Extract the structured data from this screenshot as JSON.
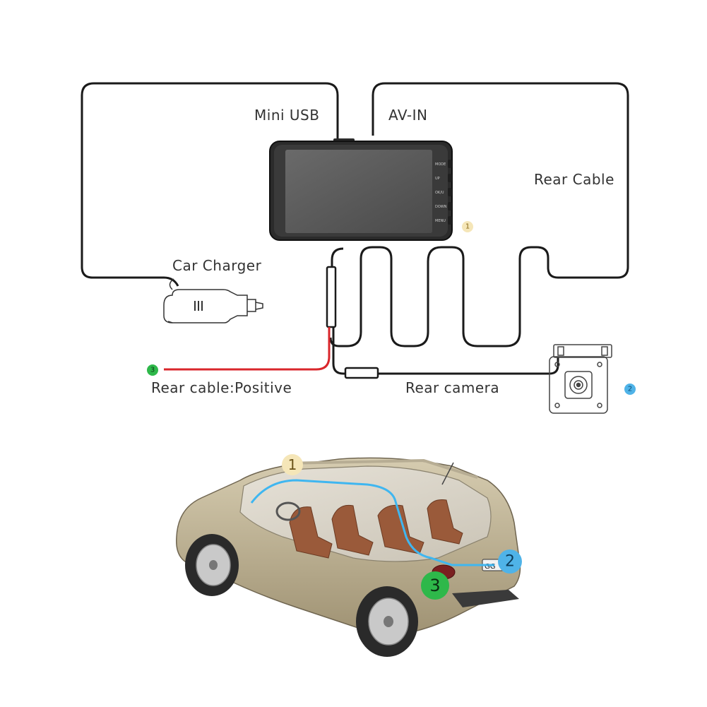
{
  "wiring": {
    "mini_usb_label": "Mini USB",
    "av_in_label": "AV-IN",
    "rear_cable_label": "Rear Cable",
    "car_charger_label": "Car Charger",
    "rear_cable_positive_label": "Rear cable:Positive",
    "rear_camera_label": "Rear camera"
  },
  "dashcam": {
    "buttons": [
      "MODE",
      "UP",
      "OK/U",
      "DOWN",
      "MENU"
    ]
  },
  "markers": {
    "one": "1",
    "two": "2",
    "three": "3"
  },
  "car": {
    "plate_text": "GG"
  },
  "colors": {
    "wire": "#1a1a1a",
    "positive_wire": "#d9262b",
    "marker_1": "#f5e6b8",
    "marker_2": "#4fb3e8",
    "marker_3": "#2eb84a",
    "route_line": "#3fb6f0"
  }
}
